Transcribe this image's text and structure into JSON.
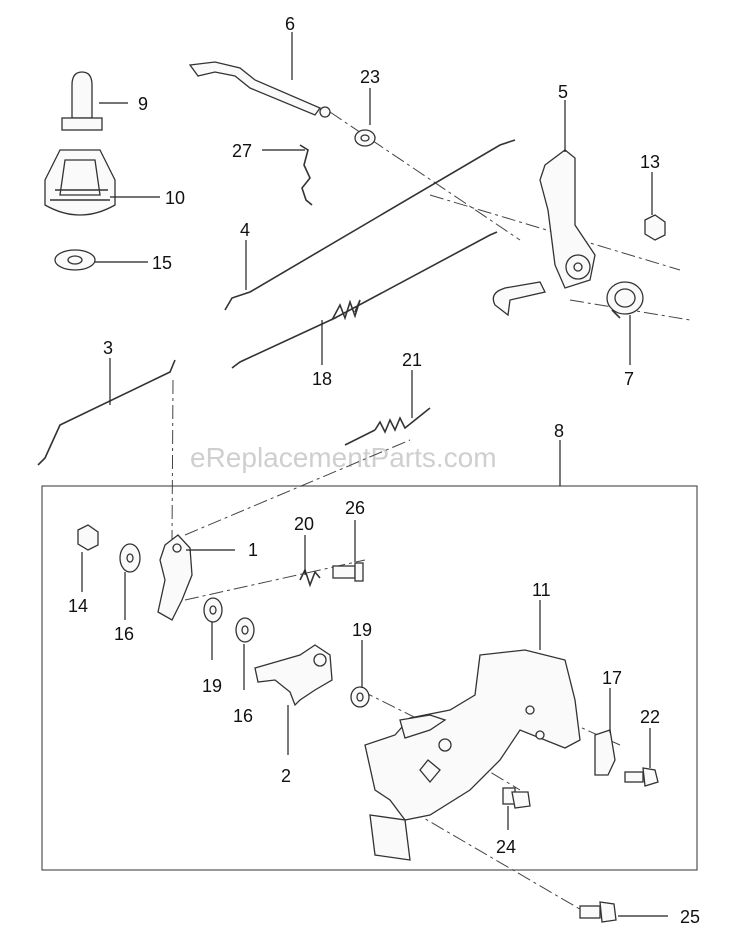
{
  "watermark": "eReplacementParts.com",
  "callouts": [
    "1",
    "2",
    "3",
    "4",
    "5",
    "6",
    "7",
    "8",
    "9",
    "10",
    "11",
    "13",
    "14",
    "15",
    "16",
    "16",
    "17",
    "18",
    "19",
    "19",
    "20",
    "21",
    "22",
    "23",
    "24",
    "25",
    "26",
    "27"
  ]
}
